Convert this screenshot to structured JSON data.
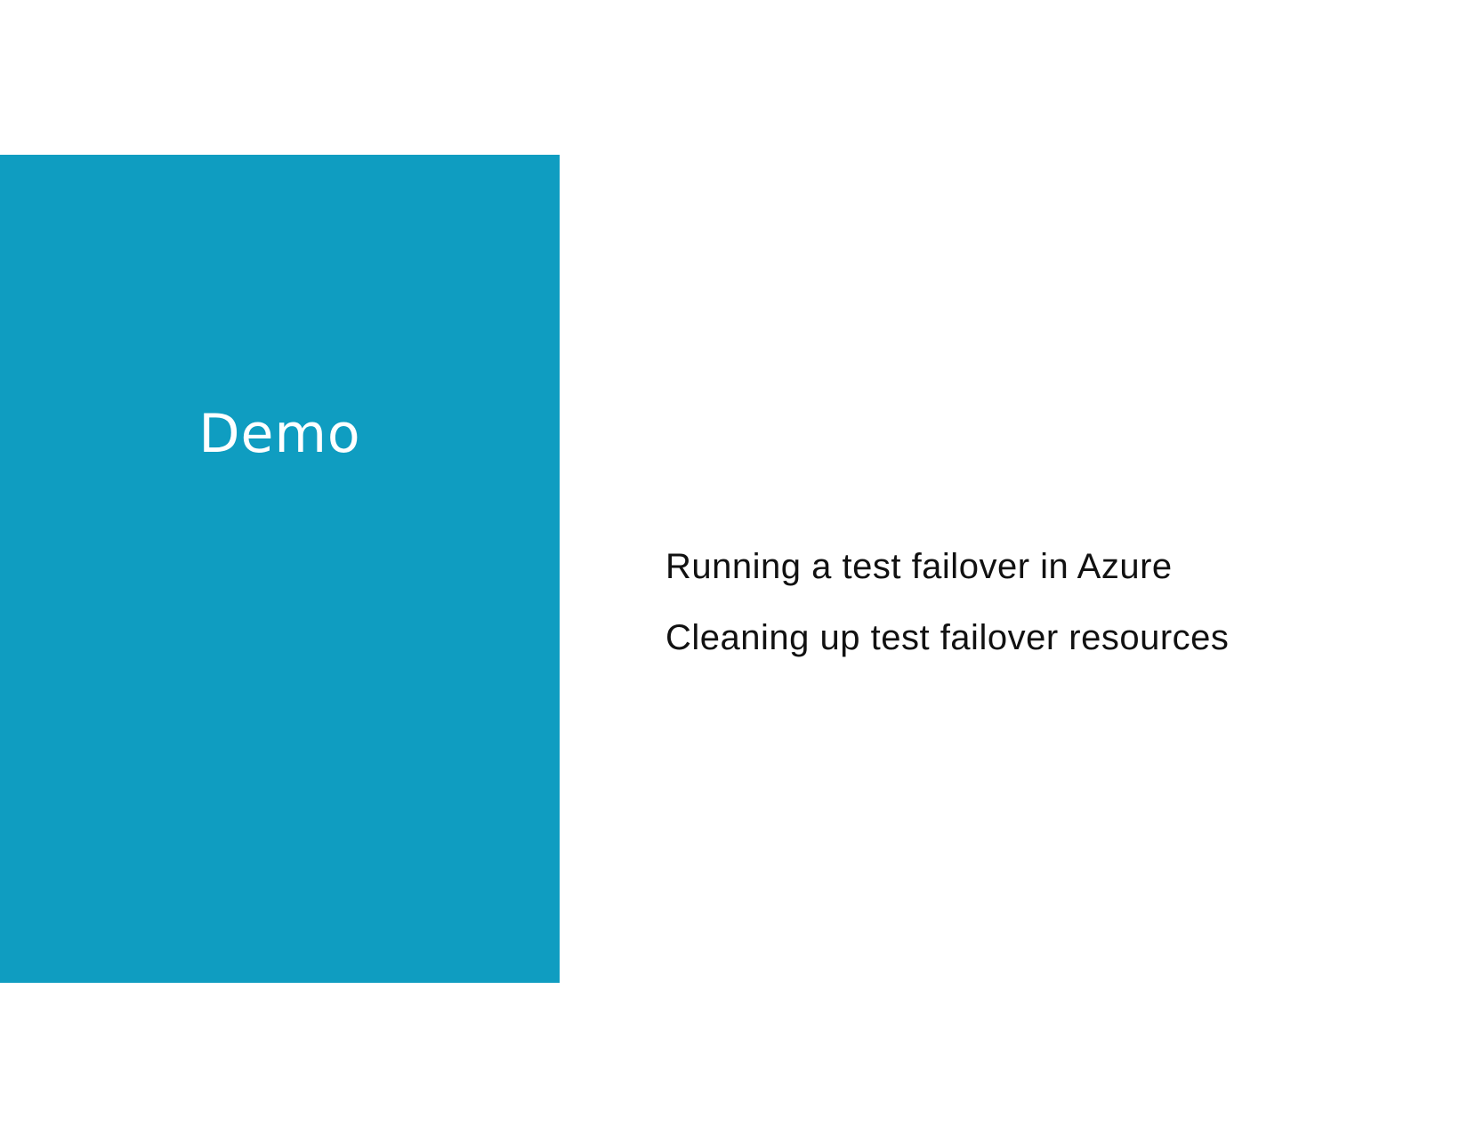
{
  "slide": {
    "panel_color": "#0f9dc1",
    "title": "Demo",
    "items": [
      "Running a test failover in Azure",
      "Cleaning up test failover resources"
    ]
  }
}
